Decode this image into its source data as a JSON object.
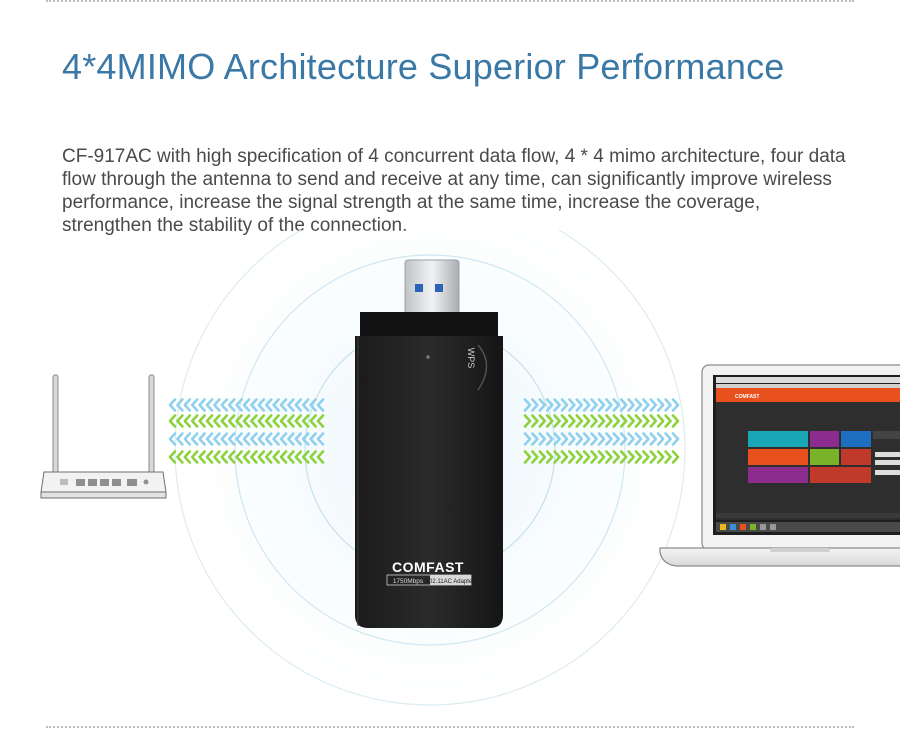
{
  "headline": "4*4MIMO Architecture Superior Performance",
  "description": "CF-917AC  with high specification of 4 concurrent data flow, 4 * 4 mimo architecture, four data flow through the antenna to send and receive at any time, can significantly improve wireless performance, increase the signal strength at the same time, increase the coverage, strengthen the stability of the connection.",
  "adapter": {
    "brand": "COMFAST",
    "speed_label": "1750Mbps",
    "standard_label": "802.11AC Adapter",
    "wps_label": "WPS"
  },
  "laptop_screen": {
    "app_logo": "COMFAST"
  },
  "colors": {
    "headline": "#3a78a6",
    "arrow_blue": "#8fd0ee",
    "arrow_green": "#8cd23c",
    "laptop_header": "#e8501e",
    "ring": "#cfe7f0"
  }
}
